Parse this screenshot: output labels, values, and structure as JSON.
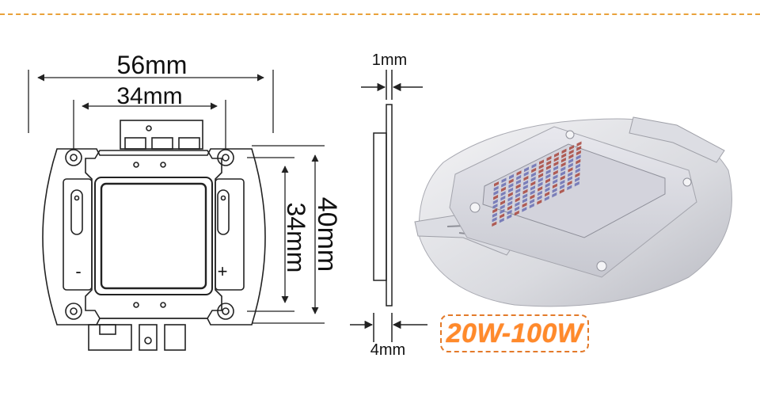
{
  "dimensions": {
    "overall_width": "56mm",
    "hole_spacing_horizontal": "34mm",
    "hole_spacing_vertical": "34mm",
    "overall_height": "40mm",
    "lead_thickness": "1mm",
    "body_thickness": "4mm"
  },
  "pins": {
    "negative_symbol": "-",
    "positive_symbol": "+"
  },
  "badge": {
    "power_range": "20W-100W"
  },
  "colors": {
    "accent_border": "#e9a23b",
    "badge_text": "#ff8a2a",
    "led_red": "#a8453c",
    "led_blue": "#6a6fb3"
  }
}
